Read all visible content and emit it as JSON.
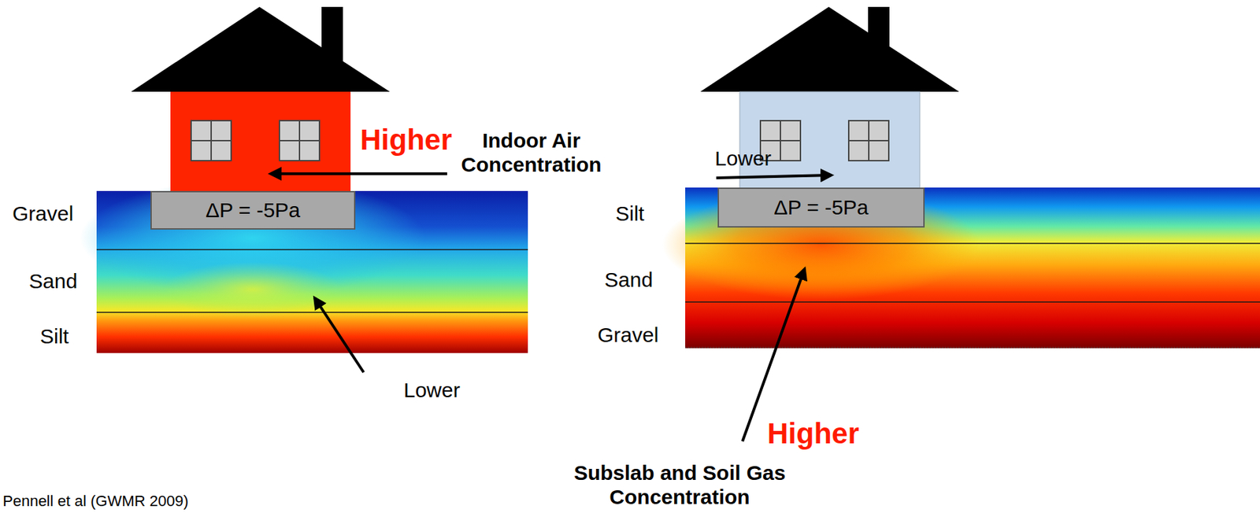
{
  "diagram": {
    "nodes": [
      {
        "text": [
          "ΔP = -5Pa"
        ]
      },
      {
        "text": [
          "ΔP = -5Pa"
        ]
      }
    ],
    "labels": [
      "Higher",
      "Indoor Air Concentration",
      "Lower",
      "Gravel",
      "Sand",
      "Silt",
      "Silt",
      "Sand",
      "Gravel",
      "Lower",
      "Subslab and Soil Gas Concentration",
      "Higher",
      "Pennell et al (GWMR 2009)"
    ]
  }
}
